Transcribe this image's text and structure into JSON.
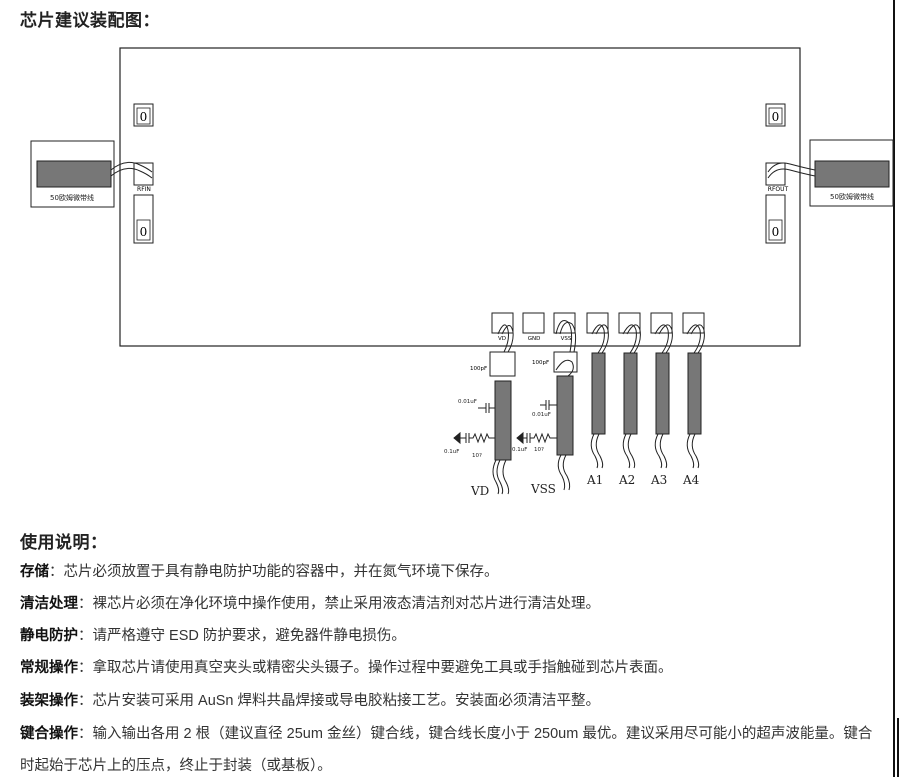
{
  "heading": "芯片建议装配图：",
  "diagram": {
    "left_line_label": "50欧姆微带线",
    "right_line_label": "50欧姆微带线",
    "rfin": "RFIN",
    "rfout": "RFOUT",
    "zero": "0",
    "pad_labels": [
      "VD",
      "GND",
      "VSS"
    ],
    "cap_100p_left": "100pF",
    "cap_100p_right": "100pF",
    "cap_001_left": "0.01uF",
    "cap_001_right": "0.01uF",
    "cap_01_left": "0.1uF",
    "cap_01_right": "0.1uF",
    "res_left": "10?",
    "res_right": "10?",
    "bottom_labels": [
      "VD",
      "VSS",
      "A1",
      "A2",
      "A3",
      "A4"
    ]
  },
  "usage_heading": "使用说明：",
  "items": [
    {
      "term": "存储",
      "text": "：芯片必须放置于具有静电防护功能的容器中，并在氮气环境下保存。"
    },
    {
      "term": "清洁处理",
      "text": "：裸芯片必须在净化环境中操作使用，禁止采用液态清洁剂对芯片进行清洁处理。"
    },
    {
      "term": "静电防护",
      "text": "：请严格遵守 ESD 防护要求，避免器件静电损伤。"
    },
    {
      "term": "常规操作",
      "text": "：拿取芯片请使用真空夹头或精密尖头镊子。操作过程中要避免工具或手指触碰到芯片表面。"
    },
    {
      "term": "装架操作",
      "text": "：芯片安装可采用 AuSn 焊料共晶焊接或导电胶粘接工艺。安装面必须清洁平整。"
    },
    {
      "term": "键合操作",
      "text": "：输入输出各用 2 根（建议直径 25um 金丝）键合线，键合线长度小于 250um 最优。建议采用尽可能小的超声波能量。键合时起始于芯片上的压点，终止于封装（或基板）。"
    }
  ]
}
